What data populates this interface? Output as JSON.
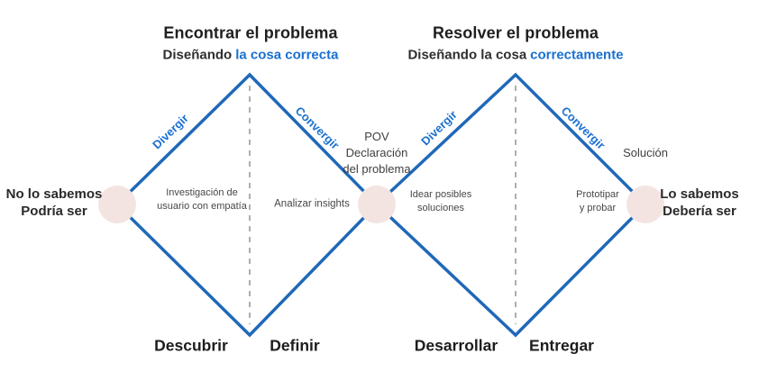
{
  "colors": {
    "line_blue": "#2068b8",
    "accent_blue": "#1a70d0",
    "node_pink": "#f3e4e2",
    "dash_gray": "#a0a0a0"
  },
  "headers": {
    "left": {
      "title": "Encontrar el problema",
      "subtitle_plain": "Diseñando",
      "subtitle_accent": "la cosa correcta"
    },
    "right": {
      "title": "Resolver el problema",
      "subtitle_plain": "Diseñando la cosa",
      "subtitle_accent": "correctamente"
    }
  },
  "edge_labels": {
    "d1_diverge": "Divergir",
    "d1_converge": "Convergir",
    "d2_diverge": "Divergir",
    "d2_converge": "Convergir"
  },
  "nodes": {
    "start": {
      "line1": "No lo sabemos",
      "line2": "Podría ser"
    },
    "pov": {
      "line1": "POV",
      "line2": "Declaración",
      "line3": "del problema"
    },
    "solution": {
      "label": "Solución"
    },
    "end": {
      "line1": "Lo sabemos",
      "line2": "Debería ser"
    }
  },
  "activities": {
    "research": {
      "line1": "Investigación de",
      "line2": "usuario con empatía"
    },
    "analyze": {
      "label": "Analizar insights"
    },
    "ideate": {
      "line1": "Idear posibles",
      "line2": "soluciones"
    },
    "prototype": {
      "line1": "Prototipar",
      "line2": "y probar"
    }
  },
  "phases": {
    "discover": "Descubrir",
    "define": "Definir",
    "develop": "Desarrollar",
    "deliver": "Entregar"
  }
}
